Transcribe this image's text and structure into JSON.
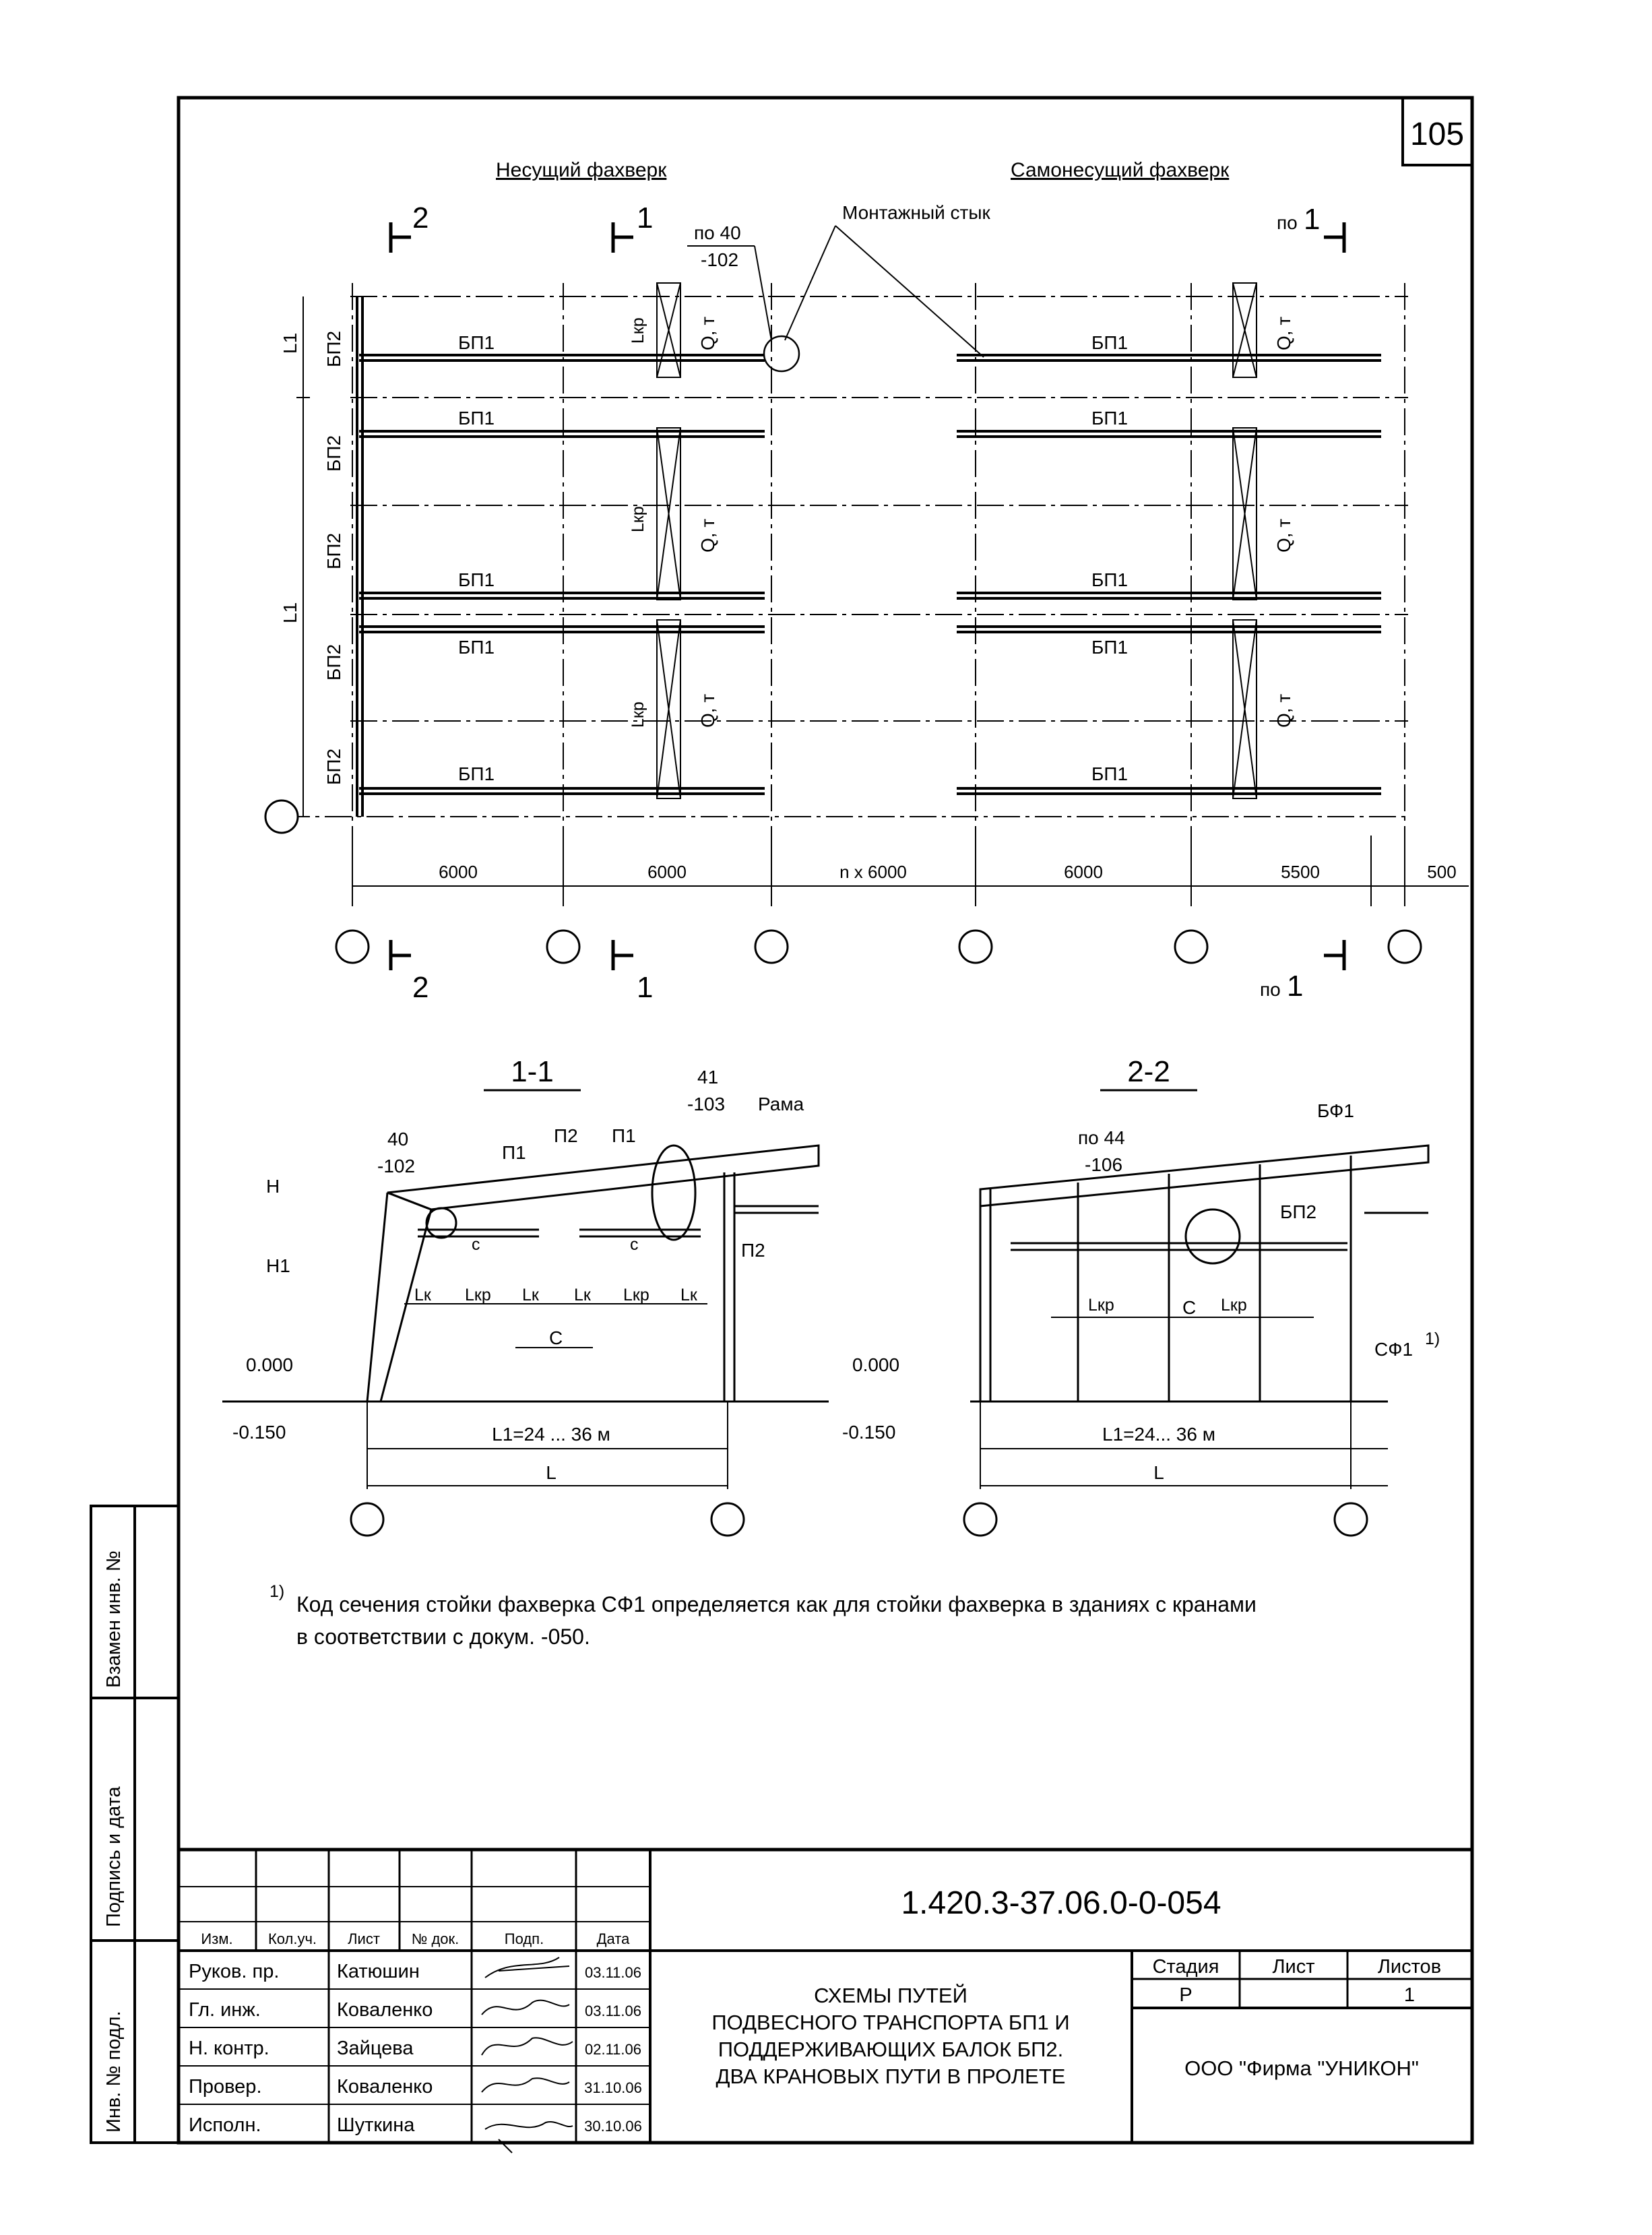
{
  "sheet_number": "105",
  "plan": {
    "title_left": "Несущий фахверк",
    "title_right": "Самонесущий фахверк",
    "mount_joint": "Монтажный стык",
    "callout_top_num": "по 40",
    "callout_top_ref": "-102",
    "beam_main": "БП1",
    "beam_support": "БП2",
    "span_left": "L1",
    "crane_span": "Lкр",
    "load": "Q, т",
    "dims": [
      "6000",
      "6000",
      "n x 6000",
      "6000",
      "5500",
      "500"
    ],
    "cut_2": "2",
    "cut_1": "1",
    "cut_po": "по",
    "cut_po_num": "1"
  },
  "section_1_1": {
    "title": "1-1",
    "callout_a_num": "40",
    "callout_a_ref": "-102",
    "callout_b_num": "41",
    "callout_b_ref": "-103",
    "frame": "Рама",
    "p1": "П1",
    "p2": "П2",
    "h": "H",
    "h1": "H1",
    "c": "c",
    "c_upper": "С",
    "lk": "Lк",
    "lkr": "Lкр",
    "level_0": "0.000",
    "level_m": "-0.150",
    "span_l1": "L1=24 ... 36 м",
    "span_l": "L"
  },
  "section_2_2": {
    "title": "2-2",
    "callout_num": "по 44",
    "callout_ref": "-106",
    "bf1": "БФ1",
    "bp2": "БП2",
    "sf1": "СФ1",
    "sf1_sup": "1)",
    "c": "С",
    "lkr": "Lкр",
    "level_0": "0.000",
    "level_m": "-0.150",
    "span_l1": "L1=24... 36 м",
    "span_l": "L"
  },
  "note": {
    "marker": "1)",
    "line1": "Код сечения стойки фахверка СФ1 определяется как для стойки фахверка в зданиях с кранами",
    "line2": "в соответствии с докум. -050."
  },
  "side_labels": {
    "vzamen": "Взамен инв. №",
    "podpis": "Подпись и дата",
    "inv": "Инв. № подл."
  },
  "title_block": {
    "code": "1.420.3-37.06.0-0-054",
    "headers": [
      "Изм.",
      "Кол.уч.",
      "Лист",
      "№ док.",
      "Подп.",
      "Дата"
    ],
    "rows": [
      {
        "role": "Руков. пр.",
        "name": "Катюшин",
        "date": "03.11.06"
      },
      {
        "role": "Гл. инж.",
        "name": "Коваленко",
        "date": "03.11.06"
      },
      {
        "role": "Н. контр.",
        "name": "Зайцева",
        "date": "02.11.06"
      },
      {
        "role": "Провер.",
        "name": "Коваленко",
        "date": "31.10.06"
      },
      {
        "role": "Исполн.",
        "name": "Шуткина",
        "date": "30.10.06"
      }
    ],
    "desc": [
      "СХЕМЫ ПУТЕЙ",
      "ПОДВЕСНОГО ТРАНСПОРТА БП1 И",
      "ПОДДЕРЖИВАЮЩИХ БАЛОК БП2.",
      "ДВА КРАНОВЫХ ПУТИ В ПРОЛЕТЕ"
    ],
    "stage_label": "Стадия",
    "sheet_label": "Лист",
    "sheets_label": "Листов",
    "stage_value": "Р",
    "sheet_value": "",
    "sheets_value": "1",
    "company": "ООО  \"Фирма \"УНИКОН\""
  }
}
